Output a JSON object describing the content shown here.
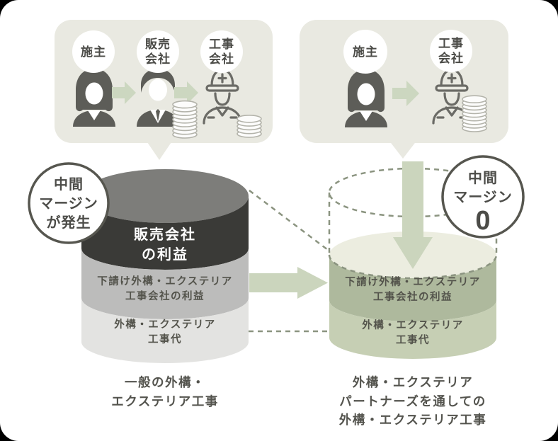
{
  "colors": {
    "bubble_bg": "#e9e9e1",
    "arrow_sage": "#ccd6bf",
    "cylinder_left_top": "#7d7d7a",
    "cylinder_left_dark_band": "#3a3a37",
    "cylinder_left_mid_band": "#bcbcbb",
    "cylinder_left_bottom_band": "#e3e3e1",
    "cylinder_right_top": "#ecede0",
    "cylinder_right_mid_band": "#aeb99d",
    "cylinder_right_bottom_band": "#c6cfb4",
    "dashed_line": "#8b9480",
    "badge_border": "#56564f",
    "text_dark": "#53534b"
  },
  "left_bubble": {
    "actors": [
      {
        "label": "施主"
      },
      {
        "label": "販売会社"
      },
      {
        "label": "工事会社"
      }
    ]
  },
  "right_bubble": {
    "actors": [
      {
        "label": "施主"
      },
      {
        "label": "工事会社"
      }
    ]
  },
  "left_badge": {
    "lines": [
      "中間",
      "マージン",
      "が発生"
    ]
  },
  "right_badge": {
    "lines": [
      "中間",
      "マージン"
    ],
    "zero": "0"
  },
  "left_cylinder": {
    "top_layer": {
      "lines": [
        "販売会社",
        "の利益"
      ]
    },
    "middle_layer": {
      "lines": [
        "下請け外構・エクステリア",
        "工事会社の利益"
      ]
    },
    "bottom_layer": {
      "lines": [
        "外構・エクステリア",
        "工事代"
      ]
    },
    "caption": {
      "lines": [
        "一般の外構・",
        "エクステリア工事"
      ]
    }
  },
  "right_cylinder": {
    "middle_layer": {
      "lines": [
        "下請け外構・エクステリア",
        "工事会社の利益"
      ]
    },
    "bottom_layer": {
      "lines": [
        "外構・エクステリア",
        "工事代"
      ]
    },
    "caption": {
      "lines": [
        "外構・エクステリア",
        "パートナーズを通しての",
        "外構・エクステリア工事"
      ]
    }
  }
}
